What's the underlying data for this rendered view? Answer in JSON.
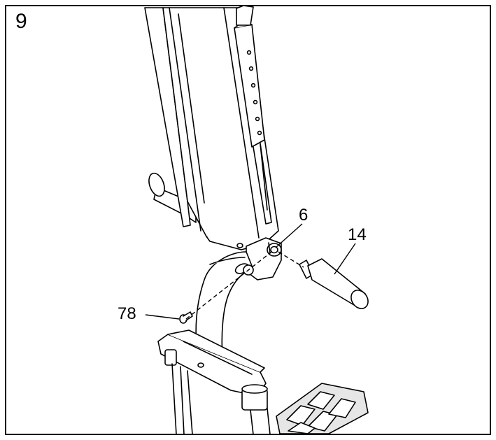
{
  "step": {
    "number": "9"
  },
  "callouts": {
    "part_6": "6",
    "part_14": "14",
    "part_78": "78"
  },
  "colors": {
    "line": "#000000",
    "fill": "#ffffff",
    "shade": "#e6e6e6"
  }
}
